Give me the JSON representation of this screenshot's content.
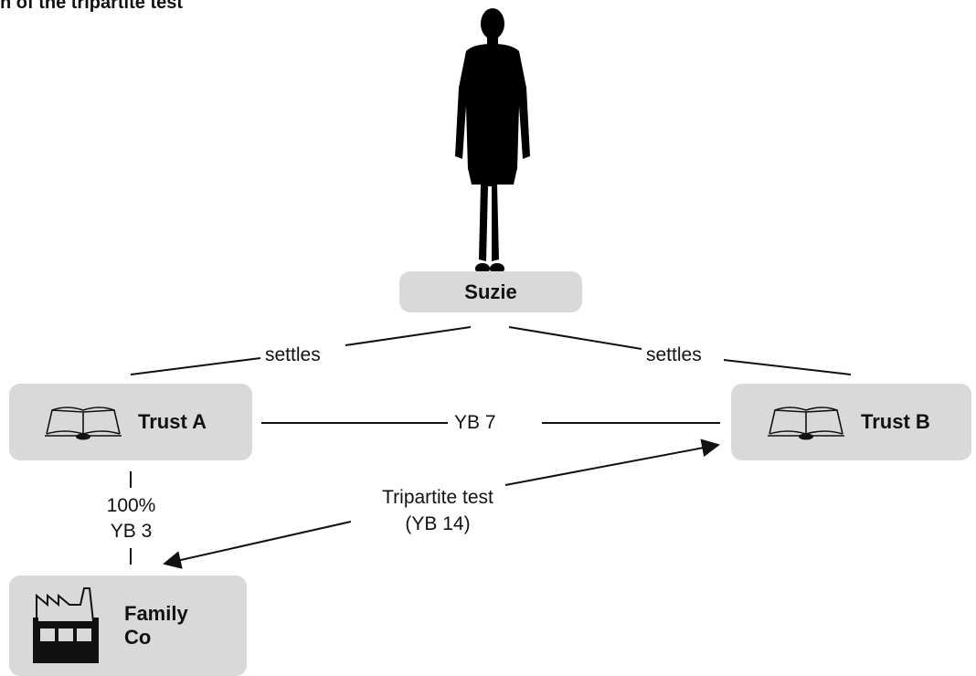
{
  "title": "n of the tripartite test",
  "nodes": {
    "suzie": "Suzie",
    "trust_a": "Trust A",
    "trust_b": "Trust B",
    "family_co": "Family\nCo"
  },
  "edges": {
    "settles_left": "settles",
    "settles_right": "settles",
    "yb7": "YB 7",
    "ownership_pct": "100%",
    "ownership_ref": "YB 3",
    "tripartite_label": "Tripartite test",
    "tripartite_ref": "(YB 14)"
  },
  "icons": {
    "person": "person-silhouette-icon",
    "book": "open-book-icon",
    "factory": "factory-icon"
  },
  "colors": {
    "box_fill": "#d9d9d9",
    "line": "#111111"
  }
}
